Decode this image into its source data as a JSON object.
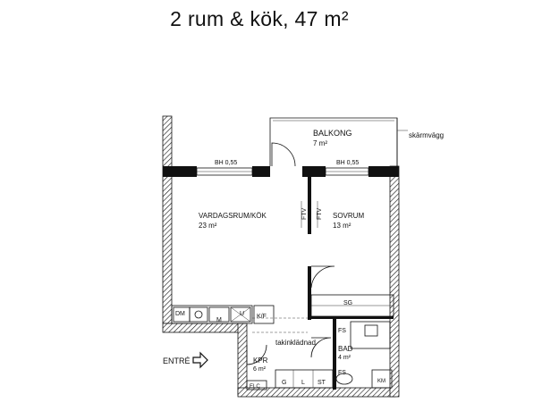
{
  "title": "2 rum & kök, 47 m²",
  "rooms": {
    "balkong": {
      "name": "BALKONG",
      "area": "7 m²"
    },
    "vardagsrum": {
      "name": "VARDAGSRUM/KÖK",
      "area": "23 m²"
    },
    "sovrum": {
      "name": "SOVRUM",
      "area": "13 m²"
    },
    "bad": {
      "name": "BAD",
      "area": "4 m²"
    },
    "kpr": {
      "name": "KPR",
      "area": "6 m²"
    }
  },
  "labels": {
    "skarmvagg": "skärmvägg",
    "bh_left": "BH 0,55",
    "bh_right": "BH 0,55",
    "ftv_left": "FTV",
    "ftv_right": "FTV",
    "sg": "SG",
    "takinkladnad": "takinklädnad",
    "entre": "ENTRÉ",
    "fs_top": "FS",
    "fs_bottom": "FS",
    "dm": "DM",
    "m": "M",
    "u": "U",
    "kf": "K/F",
    "g": "G",
    "l": "L",
    "st": "ST",
    "elc": "ELC",
    "km": "KM"
  },
  "colors": {
    "wall": "#111111",
    "background": "#ffffff"
  }
}
